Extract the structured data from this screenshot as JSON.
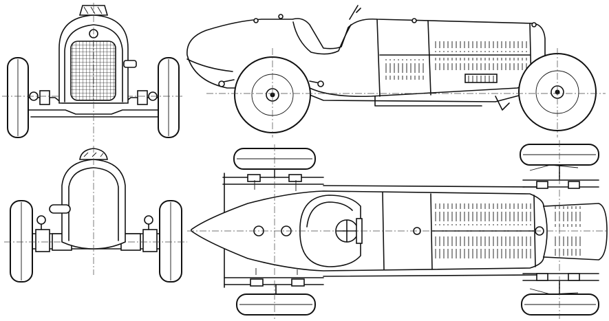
{
  "drawing": {
    "views": [
      {
        "id": "front",
        "kind": "front-view"
      },
      {
        "id": "side",
        "kind": "side-view"
      },
      {
        "id": "rear",
        "kind": "rear-view"
      },
      {
        "id": "top",
        "kind": "top-view"
      }
    ],
    "line_color": "#111111",
    "background": "#ffffff"
  }
}
